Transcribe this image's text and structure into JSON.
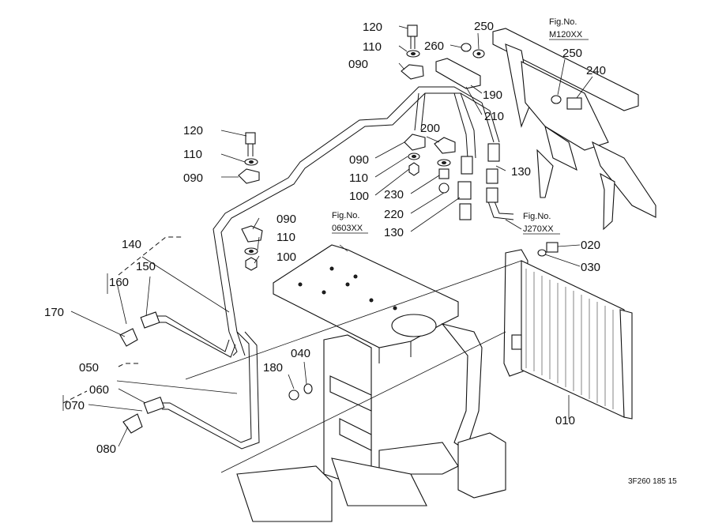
{
  "callouts": {
    "c120_top": "120",
    "c110_top": "110",
    "c090_top": "090",
    "c260": "260",
    "c250_top": "250",
    "c250_right": "250",
    "c240": "240",
    "c190": "190",
    "c210": "210",
    "c200": "200",
    "c090_mid": "090",
    "c110_mid": "110",
    "c100_mid": "100",
    "c230": "230",
    "c220": "220",
    "c130_a": "130",
    "c130_b": "130",
    "c120_left": "120",
    "c110_left": "110",
    "c090_left": "090",
    "c090_low": "090",
    "c110_low": "110",
    "c100_low": "100",
    "c140": "140",
    "c150": "150",
    "c160": "160",
    "c170": "170",
    "c050": "050",
    "c060": "060",
    "c070": "070",
    "c080": "080",
    "c180": "180",
    "c040": "040",
    "c020": "020",
    "c030": "030",
    "c010": "010"
  },
  "fig_refs": {
    "m120": {
      "label": "Fig.No.",
      "code": "M120XX"
    },
    "f0603": {
      "label": "Fig.No.",
      "code": "0603XX"
    },
    "j270": {
      "label": "Fig.No.",
      "code": "J270XX"
    }
  },
  "drawing_code": "3F260  185  15"
}
